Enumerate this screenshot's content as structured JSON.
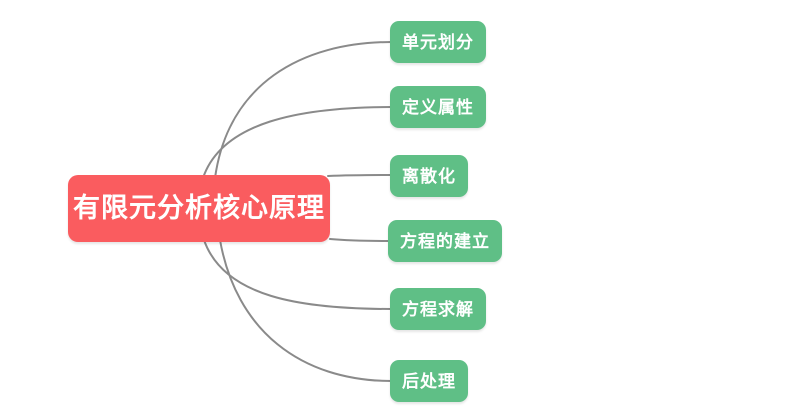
{
  "mindmap": {
    "background_color": "#ffffff",
    "connector_color": "#8a8a8a",
    "root": {
      "label": "有限元分析核心原理",
      "fill_color": "#fa5c5f",
      "text_color": "#ffffff"
    },
    "branch_fill_color": "#5fbf86",
    "branch_text_color": "#ffffff",
    "branches": [
      {
        "label": "单元划分"
      },
      {
        "label": "定义属性"
      },
      {
        "label": "离散化"
      },
      {
        "label": "方程的建立"
      },
      {
        "label": "方程求解"
      },
      {
        "label": "后处理"
      }
    ]
  }
}
